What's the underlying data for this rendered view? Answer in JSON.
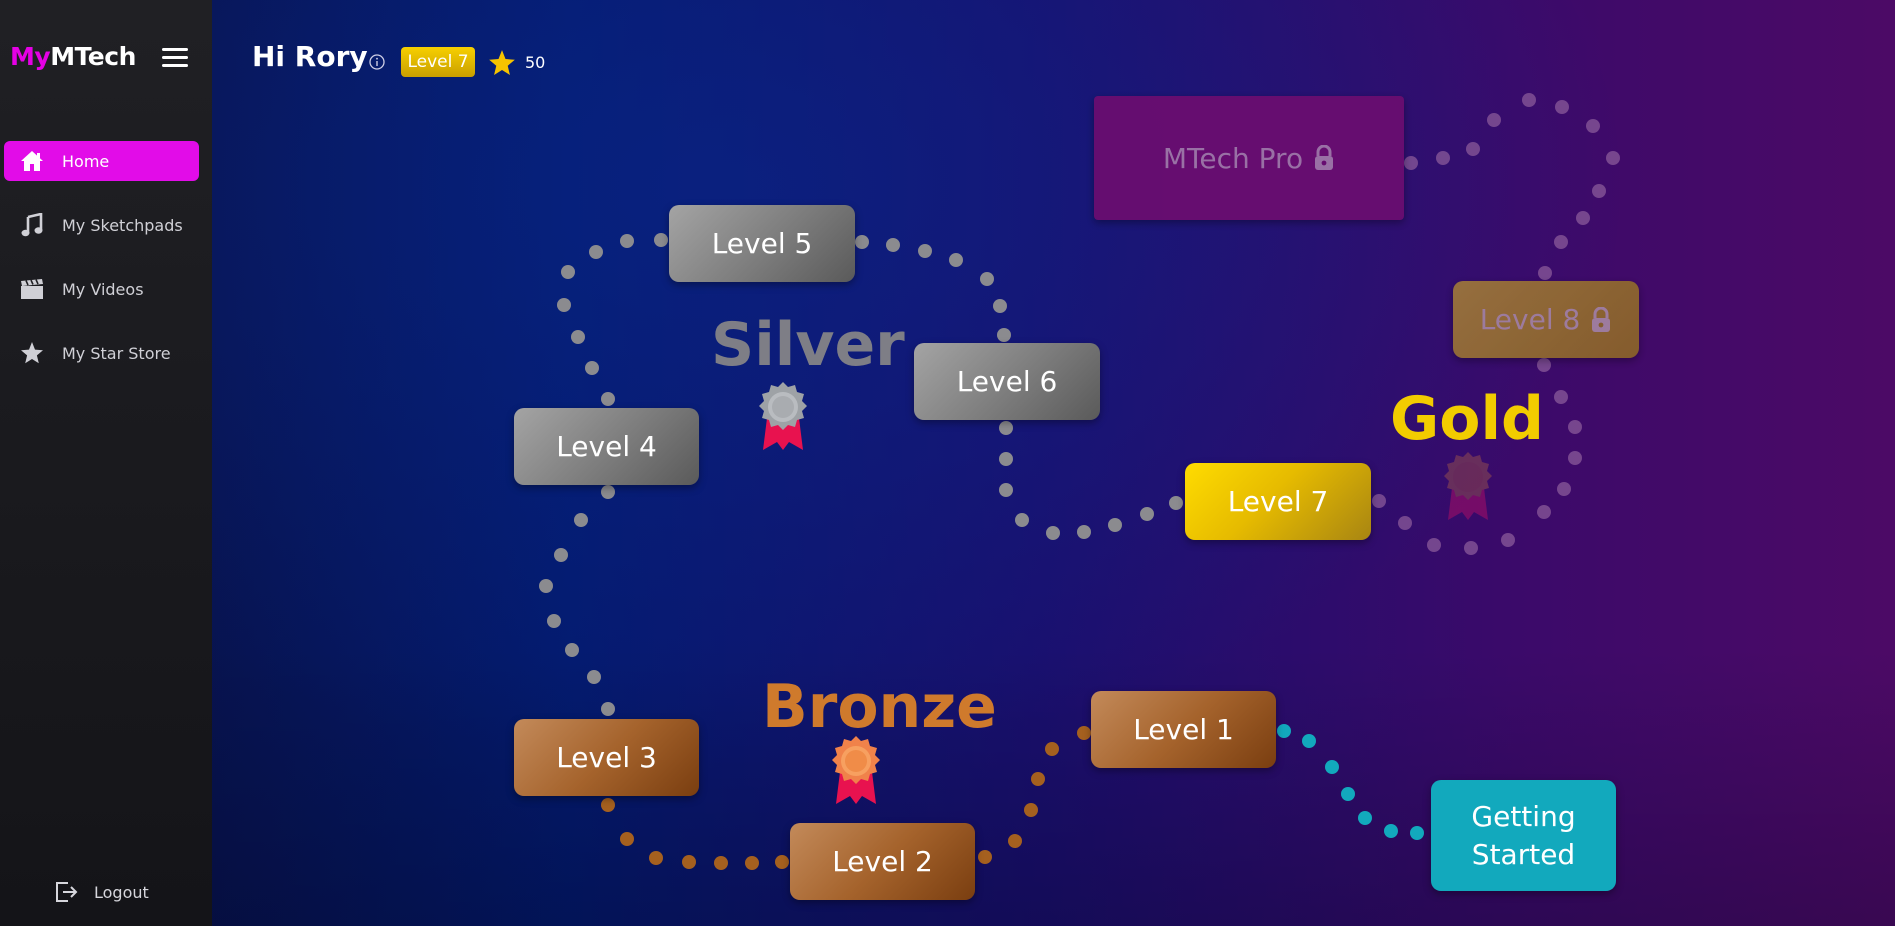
{
  "sidebar": {
    "logo_my": "My",
    "logo_mtech": "MTech",
    "items": [
      {
        "label": "Home",
        "icon": "home-icon",
        "active": true
      },
      {
        "label": "My Sketchpads",
        "icon": "music-note-icon",
        "active": false
      },
      {
        "label": "My Videos",
        "icon": "clapperboard-icon",
        "active": false
      },
      {
        "label": "My Star Store",
        "icon": "star-icon",
        "active": false
      }
    ],
    "logout_label": "Logout"
  },
  "header": {
    "greeting": "Hi Rory",
    "level_badge": "Level 7",
    "stars": "50"
  },
  "map": {
    "nodes": {
      "getting_started": "Getting Started",
      "level1": "Level 1",
      "level2": "Level 2",
      "level3": "Level 3",
      "level4": "Level 4",
      "level5": "Level 5",
      "level6": "Level 6",
      "level7": "Level 7",
      "level8": "Level 8",
      "pro": "MTech Pro"
    },
    "tiers": {
      "bronze": "Bronze",
      "silver": "Silver",
      "gold": "Gold"
    }
  },
  "colors": {
    "accent": "#e20ce8",
    "teal": "#12a9bd",
    "bronze": "#a5632c",
    "silver": "#7c7c7c",
    "gold": "#f2cc00"
  }
}
